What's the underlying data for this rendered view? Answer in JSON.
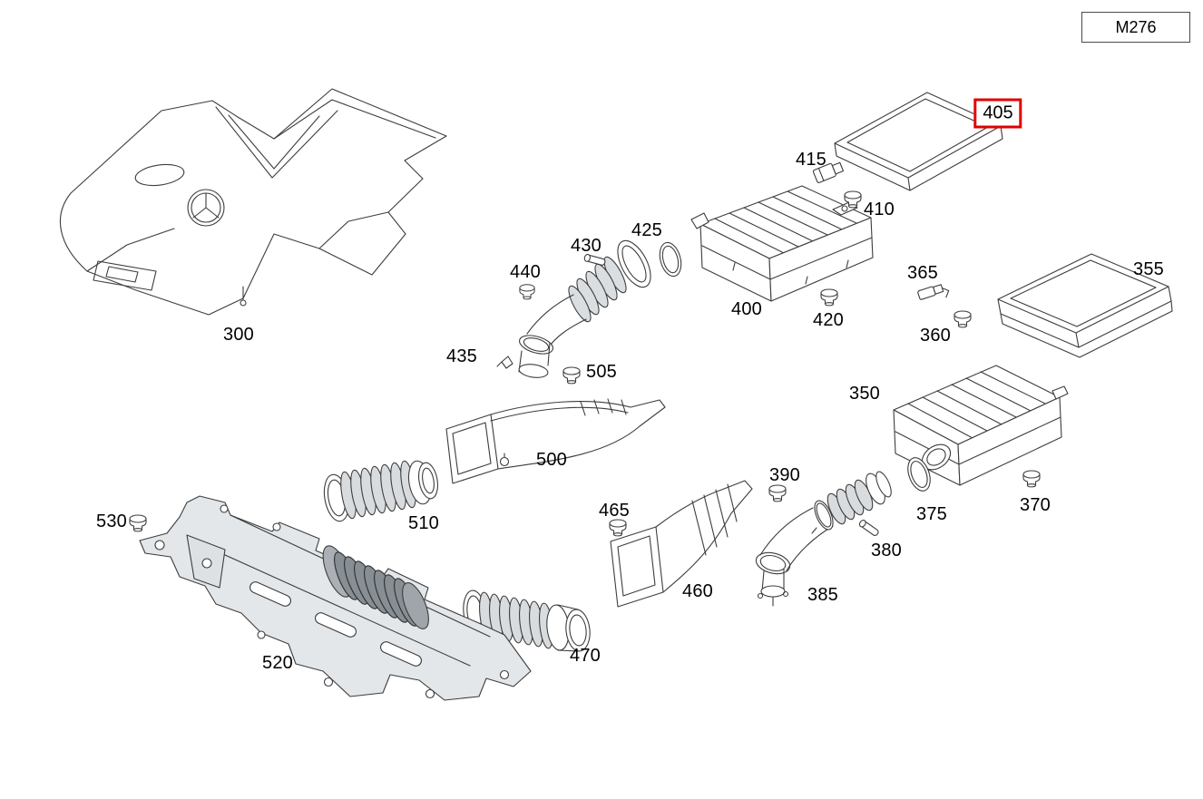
{
  "page": {
    "model_code": "M276"
  },
  "diagram": {
    "type": "exploded-parts-diagram",
    "highlighted_part": "405",
    "highlight_color": "#e10000",
    "part_numbers": [
      "300",
      "350",
      "355",
      "360",
      "365",
      "370",
      "375",
      "380",
      "385",
      "390",
      "400",
      "405",
      "410",
      "415",
      "420",
      "425",
      "430",
      "435",
      "440",
      "460",
      "465",
      "470",
      "500",
      "505",
      "510",
      "520",
      "530"
    ]
  }
}
